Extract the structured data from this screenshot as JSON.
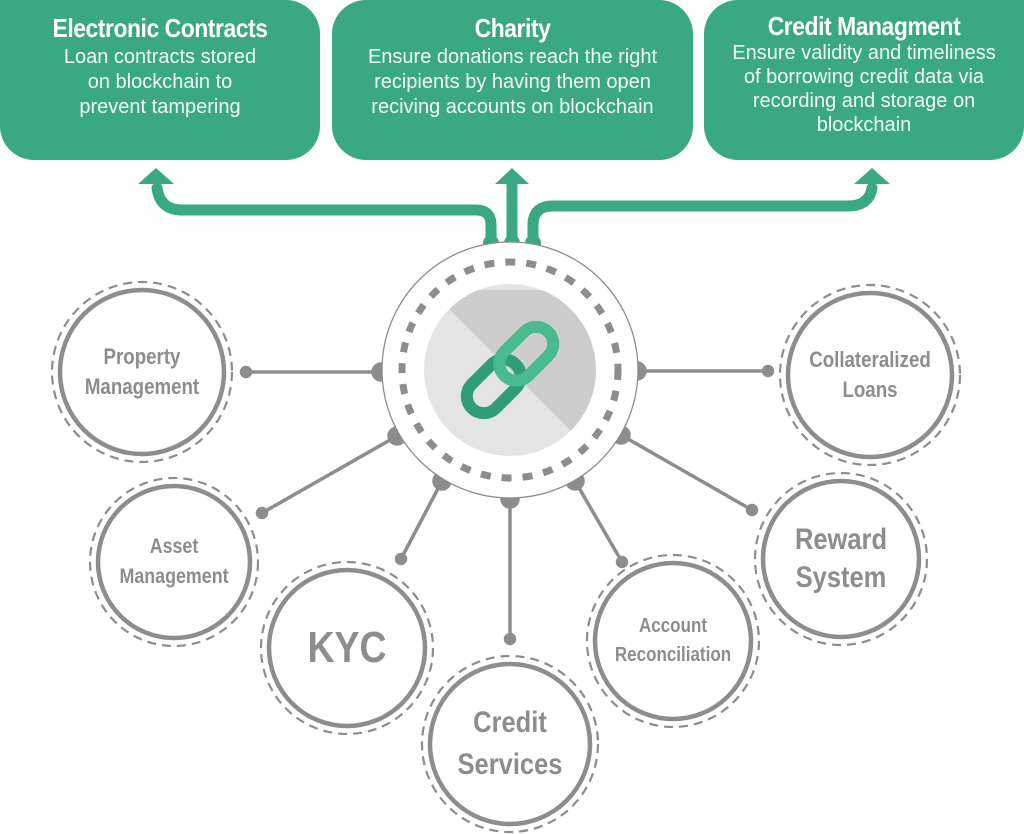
{
  "colors": {
    "accent": "#3aa882",
    "node_gray": "#8d8d8d",
    "hub_light": "#e4e4e4",
    "hub_dark": "#cdcdcd"
  },
  "cards": [
    {
      "title": "Electronic Contracts",
      "lines": [
        "Loan contracts stored",
        "on blockchain to",
        "prevent tampering"
      ]
    },
    {
      "title": "Charity",
      "lines": [
        "Ensure donations reach the right",
        "recipients by having them open",
        "reciving accounts on blockchain"
      ]
    },
    {
      "title": "Credit Managment",
      "lines": [
        "Ensure validity and timeliness",
        "of borrowing credit data via",
        "recording and storage on",
        "blockchain"
      ]
    }
  ],
  "hub": {
    "icon": "chain-link-icon"
  },
  "nodes": [
    {
      "id": "property-management",
      "lines": [
        "Property",
        "Management"
      ]
    },
    {
      "id": "collateralized-loans",
      "lines": [
        "Collateralized",
        "Loans"
      ]
    },
    {
      "id": "asset-management",
      "lines": [
        "Asset",
        "Management"
      ]
    },
    {
      "id": "kyc",
      "lines": [
        "KYC"
      ]
    },
    {
      "id": "credit-services",
      "lines": [
        "Credit",
        "Services"
      ]
    },
    {
      "id": "account-reconciliation",
      "lines": [
        "Account",
        "Reconciliation"
      ]
    },
    {
      "id": "reward-system",
      "lines": [
        "Reward",
        "System"
      ]
    }
  ]
}
